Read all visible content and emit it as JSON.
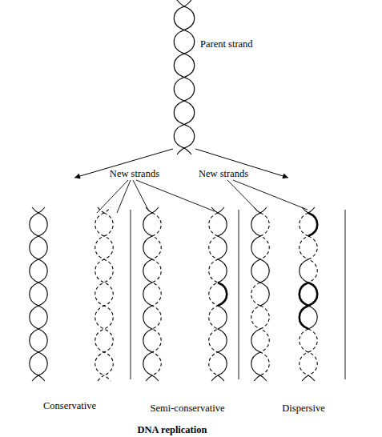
{
  "diagram": {
    "title": "DNA replication",
    "nodes": [
      {
        "text": [
          "Parent strand"
        ]
      },
      {
        "text": [
          "New strands"
        ]
      },
      {
        "text": [
          "New strands"
        ]
      }
    ],
    "edges": [
      {
        "from": 0,
        "to": 1,
        "arrow": "to"
      },
      {
        "from": 0,
        "to": 2,
        "arrow": "to"
      }
    ],
    "labels": [
      "Conservative",
      "Semi-conservative",
      "Dispersive"
    ]
  }
}
